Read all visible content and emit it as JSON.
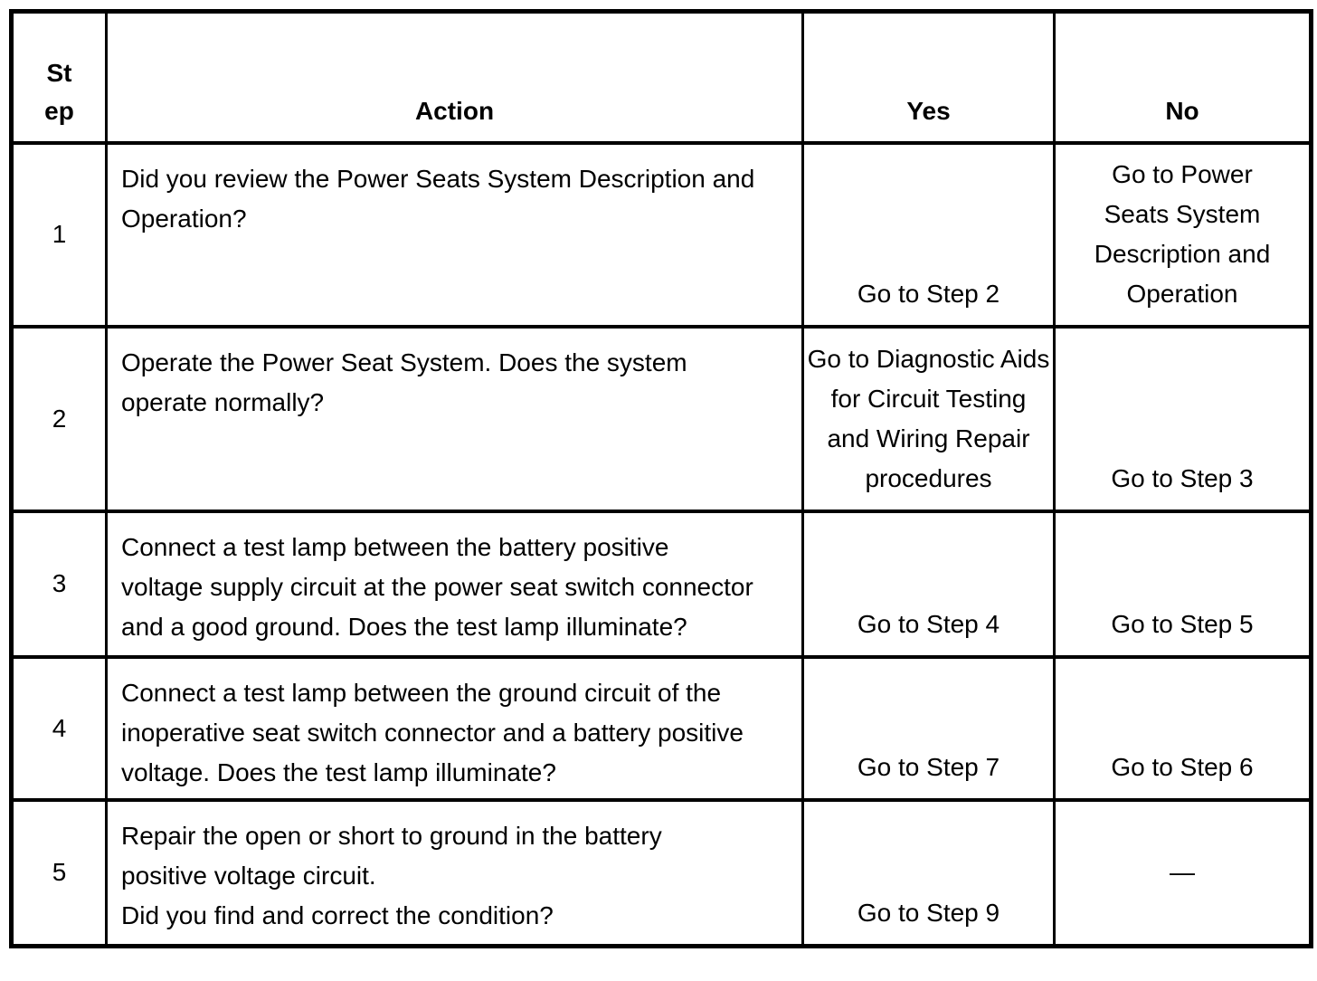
{
  "table": {
    "colors": {
      "border": "#000000",
      "text": "#000000",
      "background": "#ffffff"
    },
    "headers": {
      "step": "St ep",
      "action": "Action",
      "yes": "Yes",
      "no": "No"
    },
    "rows": [
      {
        "step": "1",
        "action": "Did you review the Power Seats System Description and\nOperation?",
        "yes": "Go to Step 2",
        "no": "Go to Power\nSeats System\nDescription and\nOperation"
      },
      {
        "step": "2",
        "action": "Operate the Power Seat System. Does the system\noperate normally?",
        "yes": "Go to Diagnostic Aids\nfor Circuit Testing\nand Wiring Repair\nprocedures",
        "no": "Go to Step 3"
      },
      {
        "step": "3",
        "action": "Connect a test lamp between the battery positive\nvoltage supply circuit at the power seat switch connector\nand a good ground. Does the test lamp illuminate?",
        "yes": "Go to Step 4",
        "no": "Go to Step 5"
      },
      {
        "step": "4",
        "action": "Connect a test lamp between the ground circuit of the\ninoperative seat switch connector and a battery positive\nvoltage. Does the test lamp illuminate?",
        "yes": "Go to Step 7",
        "no": "Go to Step 6"
      },
      {
        "step": "5",
        "action": "Repair the open or short to ground in the battery\npositive voltage circuit.\nDid you find and correct the condition?",
        "yes": "Go to Step 9",
        "no": "—"
      }
    ]
  }
}
